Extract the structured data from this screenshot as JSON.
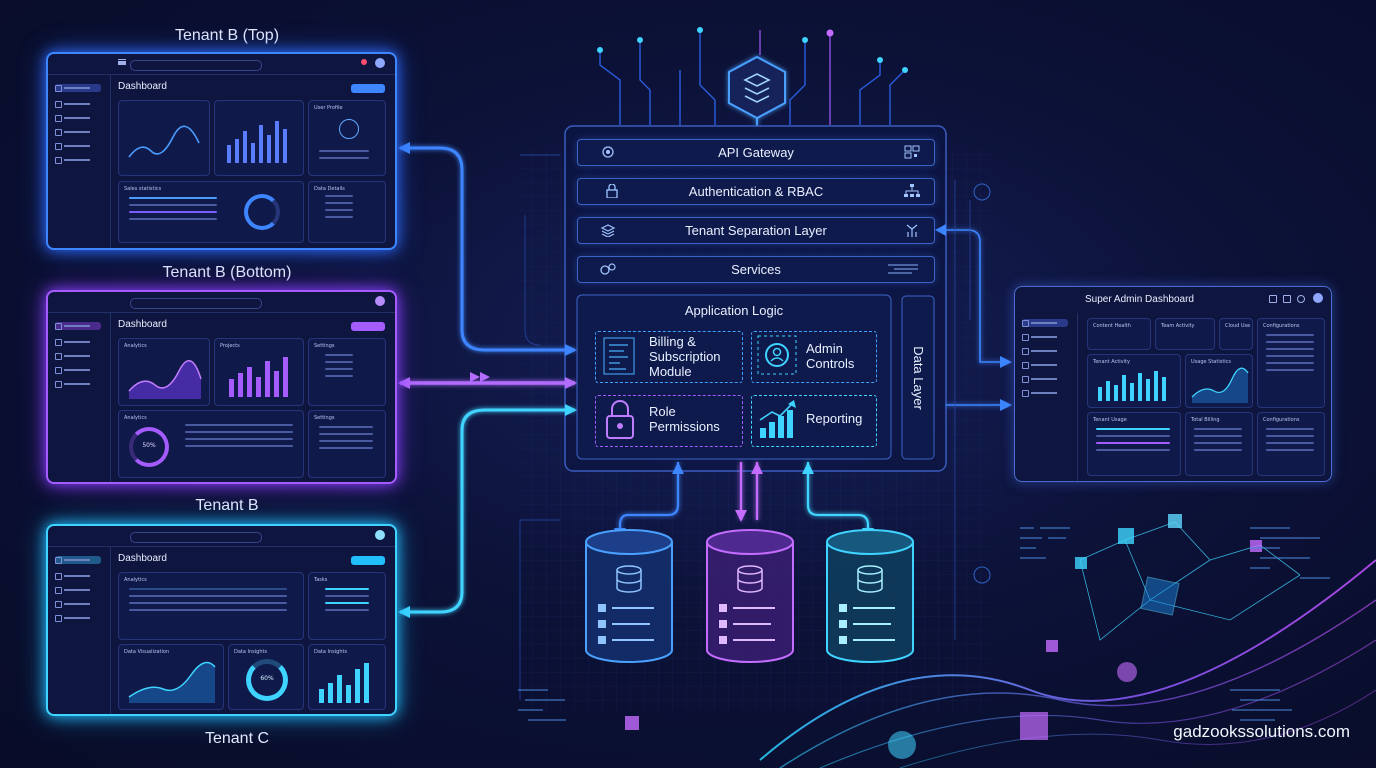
{
  "tenants": [
    {
      "label": "Tenant B (Top)",
      "dashboard_title": "Dashboard",
      "cards": [
        "Sales statistics",
        "Data Details",
        "User Profile"
      ]
    },
    {
      "label": "Tenant B (Bottom)",
      "dashboard_title": "Dashboard",
      "cards": [
        "Analytics",
        "Projects",
        "Settings",
        "Analytics",
        "Settings"
      ],
      "donut_value": "50%"
    },
    {
      "label": "Tenant B",
      "dashboard_title": "Dashboard",
      "cards": [
        "Analytics",
        "Tasks",
        "Data Visualization",
        "Data Insights",
        "Data Insights"
      ],
      "donut_value": "60%"
    },
    {
      "label": "Tenant C"
    }
  ],
  "core": {
    "rows": [
      "API Gateway",
      "Authentication & RBAC",
      "Tenant Separation Layer",
      "Services"
    ],
    "app_logic_title": "Application Logic",
    "modules": {
      "billing": [
        "Billing &",
        "Subscription",
        "Module"
      ],
      "admin": [
        "Admin",
        "Controls"
      ],
      "role": [
        "Role",
        "Permissions"
      ],
      "reporting": "Reporting"
    },
    "data_layer": "Data Layer"
  },
  "super_admin": {
    "title": "Super Admin Dashboard",
    "cards": [
      "Content Health",
      "Team Activity",
      "Cloud Use",
      "Configurations",
      "Tenant Activity",
      "Usage Statistics",
      "Tenant Usage",
      "Total Billing",
      "Configurations"
    ]
  },
  "watermark": "gadzookssolutions.com",
  "colors": {
    "blue": "#3d86ff",
    "purple": "#a45cff",
    "cyan": "#3fd4ff",
    "background": "#0a1030"
  }
}
